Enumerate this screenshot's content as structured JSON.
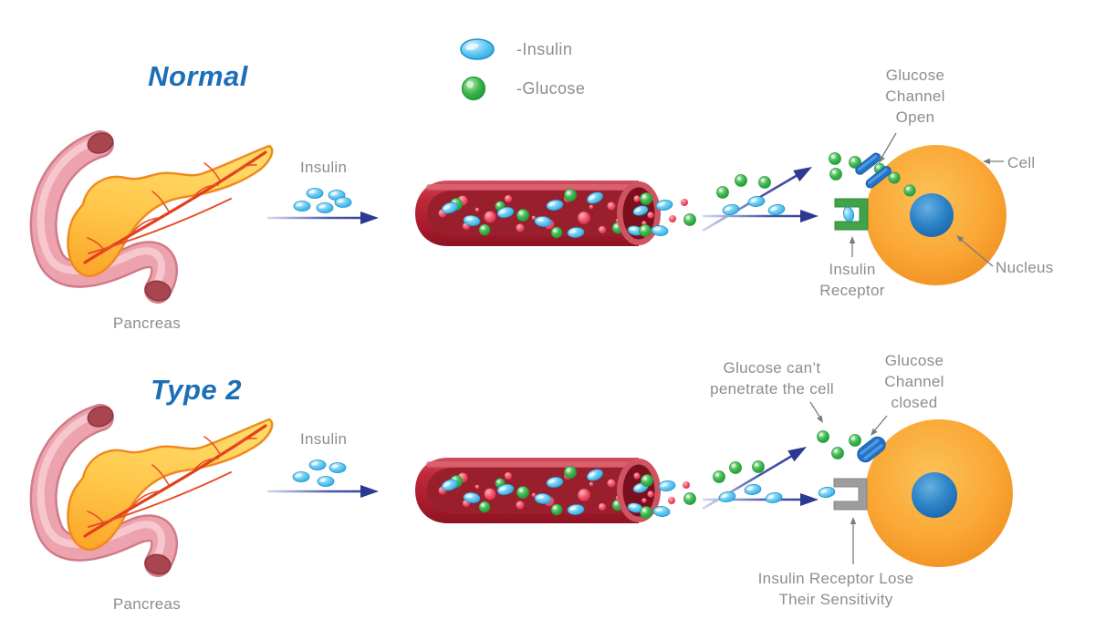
{
  "legend": {
    "insulin_label": "-Insulin",
    "glucose_label": "-Glucose"
  },
  "normal": {
    "title": "Normal",
    "pancreas_label": "Pancreas",
    "insulin_label": "Insulin",
    "glucose_channel_label": "Glucose\nChannel\nOpen",
    "cell_label": "Cell",
    "nucleus_label": "Nucleus",
    "insulin_receptor_label": "Insulin\nReceptor"
  },
  "type2": {
    "title": "Type 2",
    "pancreas_label": "Pancreas",
    "insulin_label": "Insulin",
    "glucose_cant_label": "Glucose can’t\npenetrate the cell",
    "glucose_channel_label": "Glucose\nChannel\nclosed",
    "insulin_receptor_label": "Insulin Receptor Lose\nTheir Sensitivity"
  },
  "colors": {
    "title_blue": "#1c6fb6",
    "label_gray": "#8d8d8d",
    "arrow_navy": "#2b3990",
    "annotation_gray": "#7b7b7b",
    "insulin_blue": "#45b8ec",
    "glucose_green": "#3cb54a",
    "blood_cell_red": "#ef4056",
    "vessel_red": "#b02031",
    "vessel_lumen": "#9a1f2d",
    "cell_orange": "#f9a333",
    "nucleus_blue": "#2a7dc4",
    "channel_blue": "#2273c8",
    "receptor_green": "#41a24a",
    "receptor_gray": "#9d9d9d",
    "pancreas_yellow": "#ffd763",
    "pancreas_orange": "#fba426",
    "duodenum_pink": "#eda3ae"
  }
}
